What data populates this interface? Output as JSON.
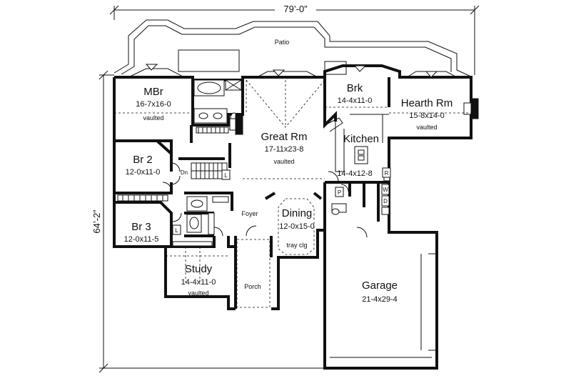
{
  "dimensions": {
    "width": "79’-0”",
    "depth": "64’-2”"
  },
  "rooms": {
    "patio": {
      "name": "Patio"
    },
    "mbr": {
      "name": "MBr",
      "size": "16-7x16-0",
      "note": "vaulted"
    },
    "brk": {
      "name": "Brk",
      "size": "14-4x11-0"
    },
    "hearth": {
      "name": "Hearth Rm",
      "size": "15-8x14-0",
      "note": "vaulted"
    },
    "great": {
      "name": "Great Rm",
      "size": "17-11x23-8",
      "note": "vaulted"
    },
    "kitchen": {
      "name": "Kitchen",
      "size": "14-4x12-8"
    },
    "br2": {
      "name": "Br 2",
      "size": "12-0x11-0"
    },
    "br3": {
      "name": "Br 3",
      "size": "12-0x11-5"
    },
    "foyer": {
      "name": "Foyer"
    },
    "dining": {
      "name": "Dining",
      "size": "12-0x15-0",
      "note": "tray clg"
    },
    "study": {
      "name": "Study",
      "size": "14-4x11-0",
      "note": "vaulted"
    },
    "porch": {
      "name": "Porch"
    },
    "garage": {
      "name": "Garage",
      "size": "21-4x29-4"
    }
  },
  "symbols": {
    "down": "Dn",
    "linen": "L",
    "refrigerator": "R",
    "pantry": "P",
    "washer": "W",
    "dryer": "D"
  }
}
